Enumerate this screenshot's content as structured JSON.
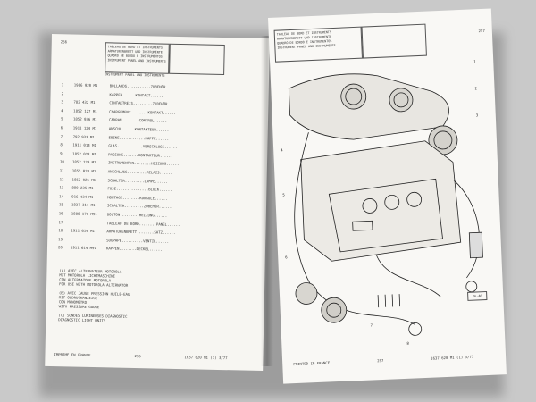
{
  "left_page": {
    "page_num": "256",
    "header_lines": [
      "TABLEAU DE BORD ET INSTRUMENTS",
      "ARMATURENBRETT UND INSTRUMENTE",
      "QUADRO DE BORDO E INSTRUMENTOS",
      "INSTRUMENT PANEL AND INSTRUMENTS"
    ],
    "subheader": "INSTRUMENT PANEL AND INSTRUMENTS",
    "rows": [
      {
        "ref": "1",
        "part": "1986 020 M1",
        "desc": "BOLLARDS...........ZUBEHÖR......"
      },
      {
        "ref": "2",
        "part": "",
        "desc": "KAPPEN......KONTAKT......"
      },
      {
        "ref": "3",
        "part": "782 432 M1",
        "desc": "CONTAKTREIS.........ZUBEHÖR......"
      },
      {
        "ref": "4",
        "part": "1852 127 M1",
        "desc": "CHARGEMENT........KONTAKT......"
      },
      {
        "ref": "5",
        "part": "1852 036 M1",
        "desc": "CADRAN........CONTROL......"
      },
      {
        "ref": "6",
        "part": "1911 124 M1",
        "desc": "ANSCHL......KONTAKTEUR......"
      },
      {
        "ref": "7",
        "part": "792 933 M1",
        "desc": "EBENE............KAPPE......"
      },
      {
        "ref": "8",
        "part": "1911 014 M1",
        "desc": "GLAS............VERSCHLUSS......"
      },
      {
        "ref": "9",
        "part": "1852 023 M1",
        "desc": "PASSUNG.......KONTAKTEUR......"
      },
      {
        "ref": "10",
        "part": "1852 120 M1",
        "desc": "INSTRUMENTEN........HEIZUNG......"
      },
      {
        "ref": "11",
        "part": "1855 024 M1",
        "desc": "ANSCHLUSS.........RELAIS......"
      },
      {
        "ref": "12",
        "part": "1852 025 M1",
        "desc": "SCHALTER.........LAMPE......"
      },
      {
        "ref": "13",
        "part": "880 235 M1",
        "desc": "FUSE...............BLOCK......"
      },
      {
        "ref": "14",
        "part": "916 434 M1",
        "desc": "MONTAGE........KONSOLE......"
      },
      {
        "ref": "15",
        "part": "1837 311 M1",
        "desc": "SCHALTER.........ZUBEHÖR......"
      },
      {
        "ref": "16",
        "part": "1888 171 M91",
        "desc": "BOUTON.........HEIZUNG......"
      },
      {
        "ref": "17",
        "part": "",
        "desc": "TABLEAU DE BORD........PANEL......"
      },
      {
        "ref": "18",
        "part": "1911 614 M1",
        "desc": "ARMATURENBRETT........SATZ......"
      },
      {
        "ref": "19",
        "part": "",
        "desc": "SOUPAPE..........VENTIL......"
      },
      {
        "ref": "20",
        "part": "1911 614 M91",
        "desc": "KAPPEN........DECKEL......"
      }
    ],
    "notes": [
      "(A) AVEC ALTERNATEUR MOTOROLA",
      "MIT MOTOROLA LICHTMASCHINE",
      "CON ALTERNATORE MOTOROLA",
      "FOR USE WITH MOTOROLA ALTERNATOR",
      "(B) AVEC JAUGE PRESSION HUILE-EAU",
      "MIT OLDRUCKANZEIGE",
      "CON MANOMETRO",
      "WITH PRESSURE GAUGE",
      "(C) SONDES LUMINEUSES DIAGNOSTIC",
      "DIAGNOSTIC LIGHT UNITS"
    ],
    "footer_left": "IMPRIME EN FRANCE",
    "footer_mid": "256",
    "footer_right": "1637 620 M1 (1) 3/77"
  },
  "right_page": {
    "header_lines": [
      "TABLEAU DE BORD ET INSTRUMENTS",
      "ARMATURENBRETT UND INSTRUMENTE",
      "QUADRO DE BORDO E INSTRUMENTOS",
      "INSTRUMENT PANEL AND INSTRUMENTS"
    ],
    "page_num": "257",
    "fig_tag": "26-46",
    "footer_left": "PRINTED IN FRANCE",
    "footer_mid": "257",
    "footer_right": "1637 620 M1 (1) 3/77"
  }
}
